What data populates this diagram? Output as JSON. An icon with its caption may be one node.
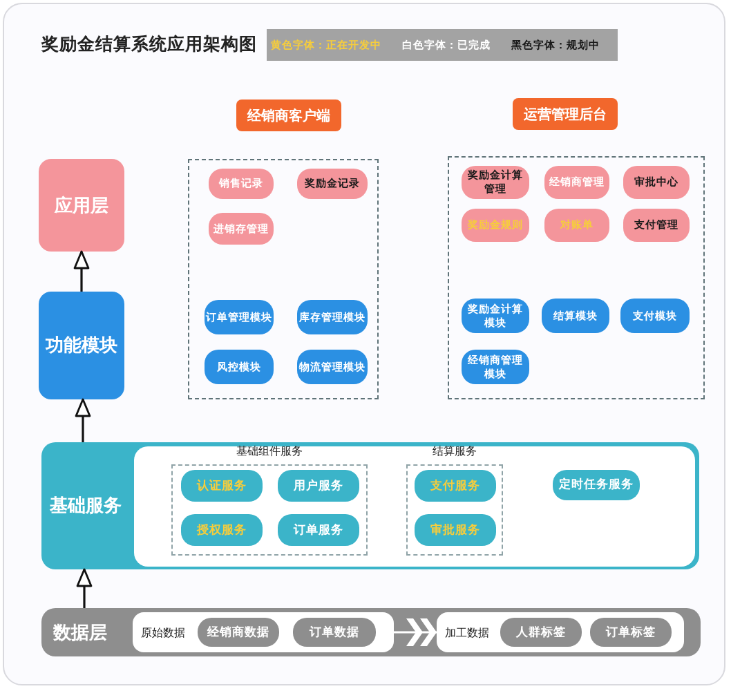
{
  "diagram": {
    "title": "奖励金结算系统应用架构图",
    "nodes": [
      {
        "text": [
          "应用层"
        ]
      },
      {
        "text": [
          "经销商客户端"
        ]
      },
      {
        "text": [
          "销售记录"
        ],
        "in": 1
      },
      {
        "text": [
          "奖励金记录"
        ],
        "in": 1
      },
      {
        "text": [
          "进销存管理"
        ],
        "in": 1
      },
      {
        "text": [
          "订单管理模块"
        ],
        "in": 1
      },
      {
        "text": [
          "库存管理模块"
        ],
        "in": 1
      },
      {
        "text": [
          "风控模块"
        ],
        "in": 1
      },
      {
        "text": [
          "物流管理模块"
        ],
        "in": 1
      },
      {
        "text": [
          "运营管理后台"
        ]
      },
      {
        "text": [
          "奖励金计算管理"
        ],
        "in": 9
      },
      {
        "text": [
          "经销商管理"
        ],
        "in": 9
      },
      {
        "text": [
          "审批中心"
        ],
        "in": 9
      },
      {
        "text": [
          "奖励金规则"
        ],
        "in": 9
      },
      {
        "text": [
          "对账单"
        ],
        "in": 9
      },
      {
        "text": [
          "支付管理"
        ],
        "in": 9
      },
      {
        "text": [
          "奖励金计算模块"
        ],
        "in": 9
      },
      {
        "text": [
          "结算模块"
        ],
        "in": 9
      },
      {
        "text": [
          "支付模块"
        ],
        "in": 9
      },
      {
        "text": [
          "经销商管理模块"
        ],
        "in": 9
      },
      {
        "text": [
          "功能模块"
        ]
      },
      {
        "text": [
          "基础服务"
        ]
      },
      {
        "text": [
          "基础组件服务"
        ],
        "in": 21
      },
      {
        "text": [
          "认证服务"
        ],
        "in": 22
      },
      {
        "text": [
          "用户服务"
        ],
        "in": 22
      },
      {
        "text": [
          "授权服务"
        ],
        "in": 22
      },
      {
        "text": [
          "订单服务"
        ],
        "in": 22
      },
      {
        "text": [
          "结算服务"
        ],
        "in": 21
      },
      {
        "text": [
          "支付服务"
        ],
        "in": 27
      },
      {
        "text": [
          "审批服务"
        ],
        "in": 27
      },
      {
        "text": [
          "定时任务服务"
        ],
        "in": 21
      },
      {
        "text": [
          "数据层"
        ]
      },
      {
        "text": [
          "原始数据"
        ],
        "in": 31
      },
      {
        "text": [
          "经销商数据"
        ],
        "in": 32
      },
      {
        "text": [
          "订单数据"
        ],
        "in": 32
      },
      {
        "text": [
          "加工数据"
        ],
        "in": 31
      },
      {
        "text": [
          "人群标签"
        ],
        "in": 35
      },
      {
        "text": [
          "订单标签"
        ],
        "in": 35
      }
    ],
    "edges": [
      {
        "from": 20,
        "to": 0,
        "arrow": "to"
      },
      {
        "from": 21,
        "to": 20,
        "arrow": "to"
      },
      {
        "from": 31,
        "to": 21,
        "arrow": "to"
      },
      {
        "from": 32,
        "to": 35,
        "arrow": "to",
        "color": "#ffffff"
      }
    ],
    "legend": [
      {
        "text": "黄色字体：正在开发中",
        "color": "#f6cd3c"
      },
      {
        "text": "白色字体：已完成",
        "color": "#ffffff"
      },
      {
        "text": "黑色字体：规划中",
        "color": "#1a1a1a"
      }
    ]
  }
}
